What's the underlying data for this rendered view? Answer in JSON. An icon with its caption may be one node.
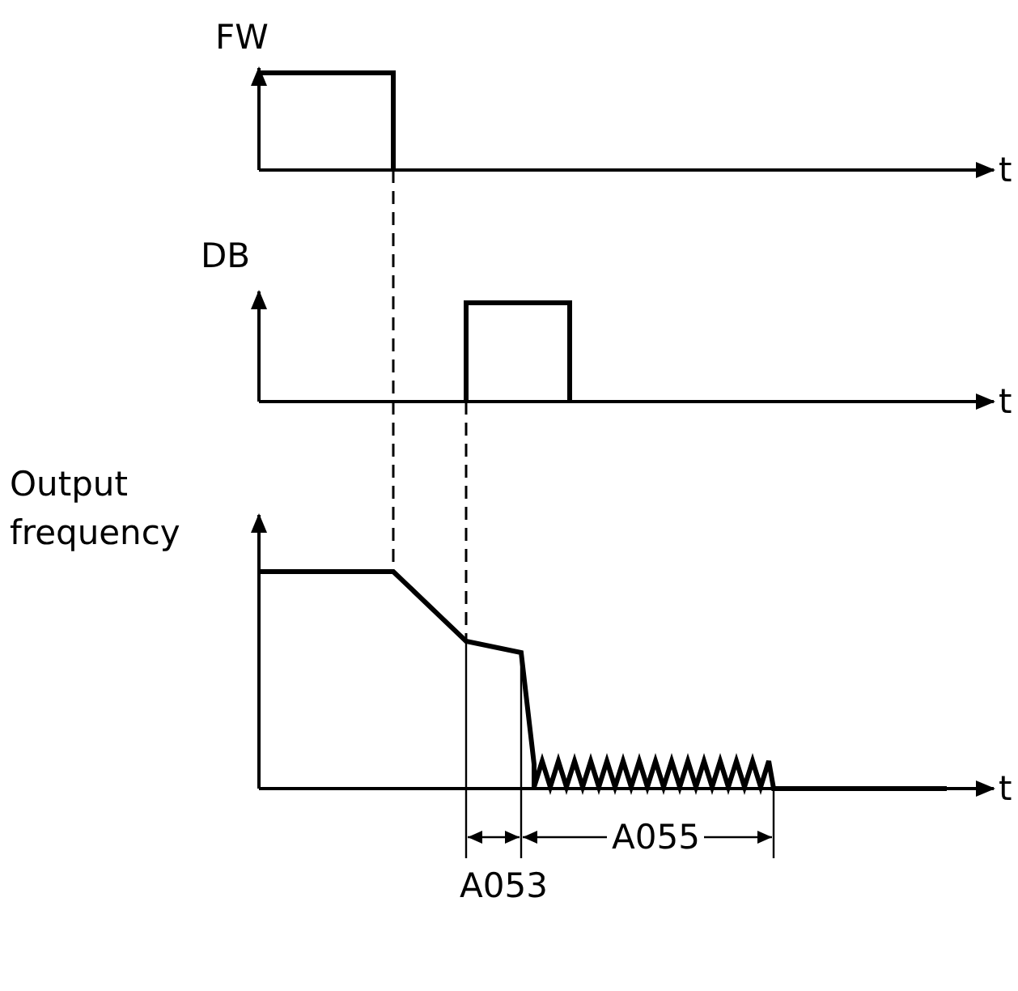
{
  "diagram": {
    "labels": [
      "FW",
      "t",
      "DB",
      "t",
      "Output frequency",
      "t",
      "A053",
      "A055"
    ]
  }
}
